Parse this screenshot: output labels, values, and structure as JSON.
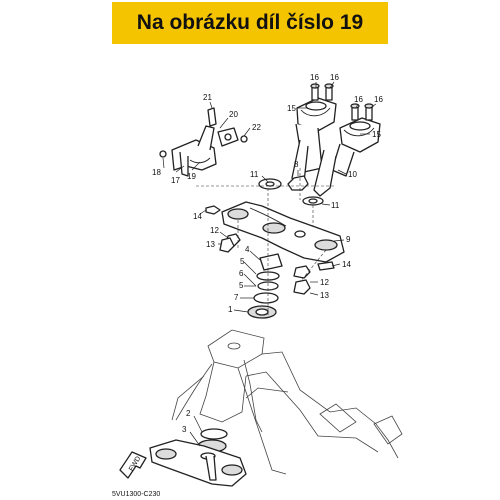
{
  "banner": {
    "text": "Na obrázku díl číslo 19",
    "color": "#f5c400"
  },
  "callouts": {
    "c1": "1",
    "c2": "2",
    "c3": "3",
    "c4": "4",
    "c5a": "5",
    "c5b": "5",
    "c6": "6",
    "c7": "7",
    "c8": "8",
    "c9": "9",
    "c10": "10",
    "c11a": "11",
    "c11b": "11",
    "c12a": "12",
    "c12b": "12",
    "c13a": "13",
    "c13b": "13",
    "c14a": "14",
    "c14b": "14",
    "c15a": "15",
    "c15b": "15",
    "c16a": "16",
    "c16b": "16",
    "c16c": "16",
    "c16d": "16",
    "c17": "17",
    "c18": "18",
    "c19": "19",
    "c20": "20",
    "c21": "21",
    "c22": "22"
  },
  "diagram_code": "5VU1300-C230",
  "fwd_label": "FWD"
}
